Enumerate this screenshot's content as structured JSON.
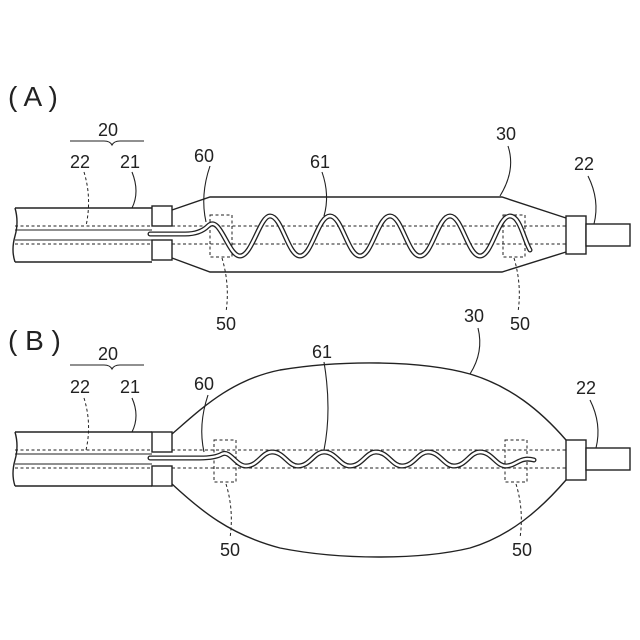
{
  "panels": [
    {
      "label": "( A )",
      "refs": {
        "group": "20",
        "catheter_inner": "22",
        "catheter_outer": "21",
        "wire_start": "60",
        "wire_coil": "61",
        "balloon": "30",
        "tip": "22",
        "marker_left": "50",
        "marker_right": "50"
      }
    },
    {
      "label": "( B )",
      "refs": {
        "group": "20",
        "catheter_inner": "22",
        "catheter_outer": "21",
        "wire_start": "60",
        "wire_coil": "61",
        "balloon": "30",
        "tip": "22",
        "marker_left": "50",
        "marker_right": "50"
      }
    }
  ]
}
